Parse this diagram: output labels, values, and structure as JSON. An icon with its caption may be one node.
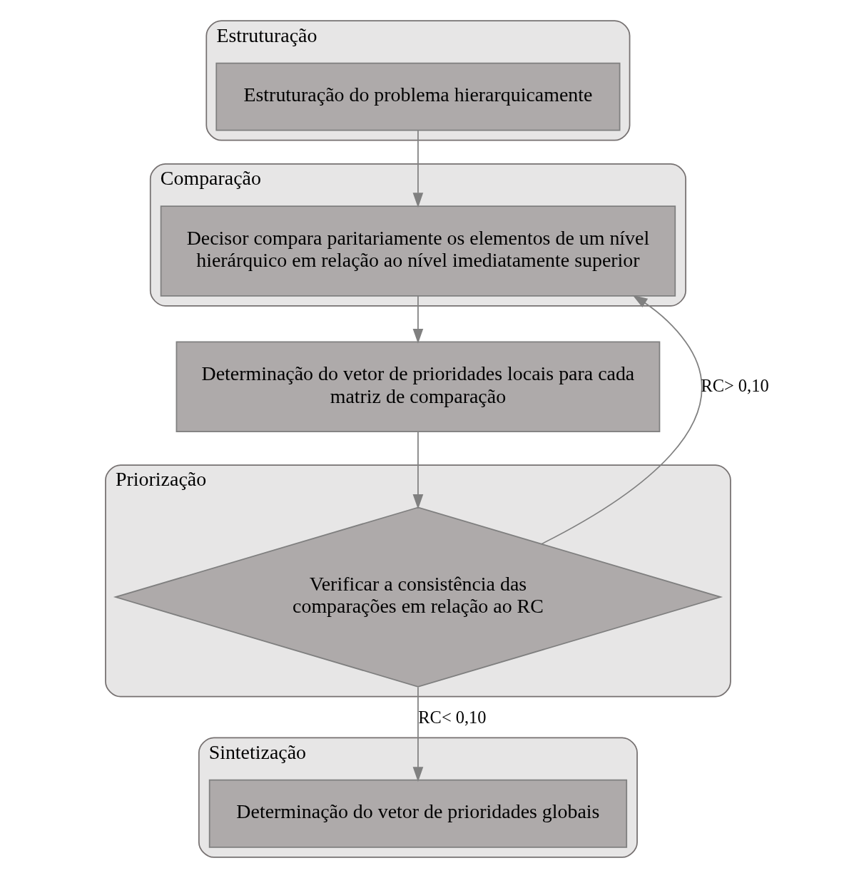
{
  "diagram": {
    "nodes": [
      {
        "text": [
          "Estruturação"
        ]
      },
      {
        "text": [
          "Estruturação do problema hierarquicamente"
        ],
        "in": 0
      },
      {
        "text": [
          "Comparação"
        ]
      },
      {
        "text": [
          "Decisor compara paritariamente os elementos de um nível hierárquico em relação ao nível imediatamente superior"
        ],
        "in": 2
      },
      {
        "text": [
          "Determinação do vetor de prioridades locais para cada matriz de comparação"
        ]
      },
      {
        "text": [
          "Priorização"
        ]
      },
      {
        "text": [
          "Verificar a consistência das comparações em relação ao RC"
        ],
        "in": 5
      },
      {
        "text": [
          "Sintetização"
        ]
      },
      {
        "text": [
          "Determinação do vetor de prioridades globais"
        ],
        "in": 7
      }
    ],
    "edges": [
      {
        "from": 1,
        "to": 3,
        "arrow": "to"
      },
      {
        "from": 3,
        "to": 4,
        "arrow": "to"
      },
      {
        "from": 4,
        "to": 6,
        "arrow": "to"
      },
      {
        "from": 6,
        "to": 8,
        "arrow": "to",
        "label": "RC< 0,10"
      },
      {
        "from": 6,
        "to": 3,
        "arrow": "to",
        "label": "RC> 0,10"
      }
    ]
  }
}
